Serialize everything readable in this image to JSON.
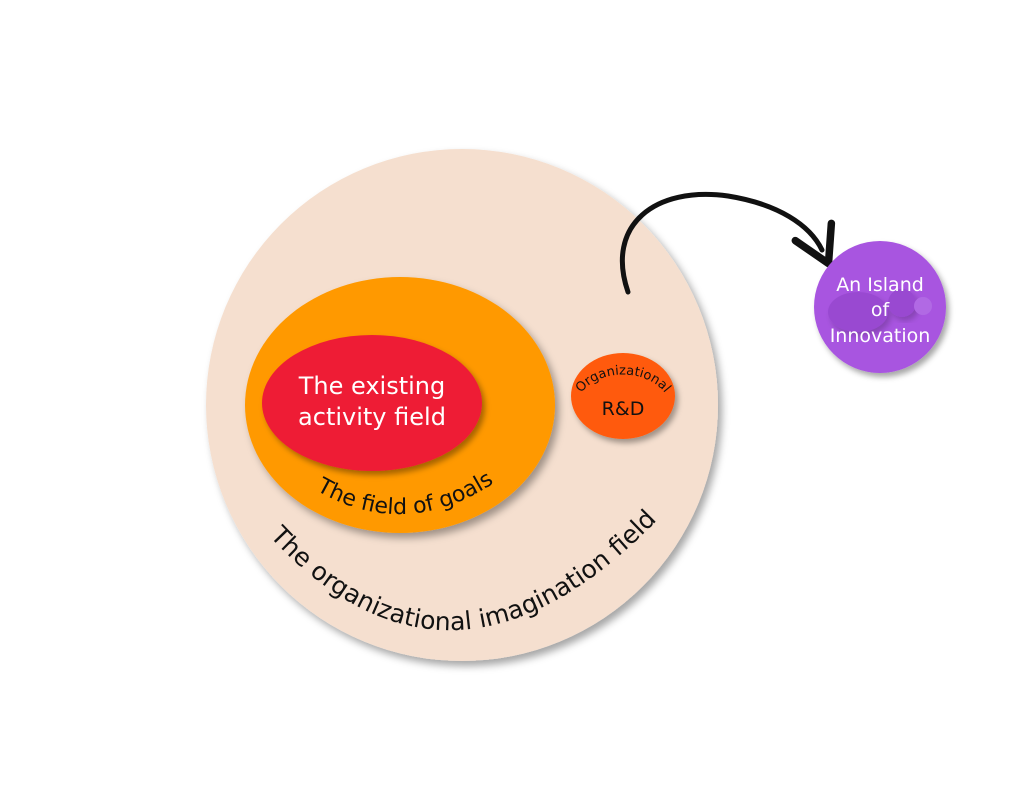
{
  "diagram": {
    "imagination_field": {
      "label": "The organizational imagination field",
      "color": "#f5dfcf"
    },
    "goals_field": {
      "label": "The field of goals",
      "color": "#ff9900"
    },
    "existing_field": {
      "label_line1": "The existing",
      "label_line2": "activity field",
      "color": "#ee1d34"
    },
    "rd": {
      "label_top": "Organizational",
      "label_main": "R&D",
      "color": "#ff5a0a"
    },
    "island": {
      "label_line1": "An Island",
      "label_line2": "of",
      "label_line3": "Innovation",
      "color": "#a855e0"
    }
  }
}
